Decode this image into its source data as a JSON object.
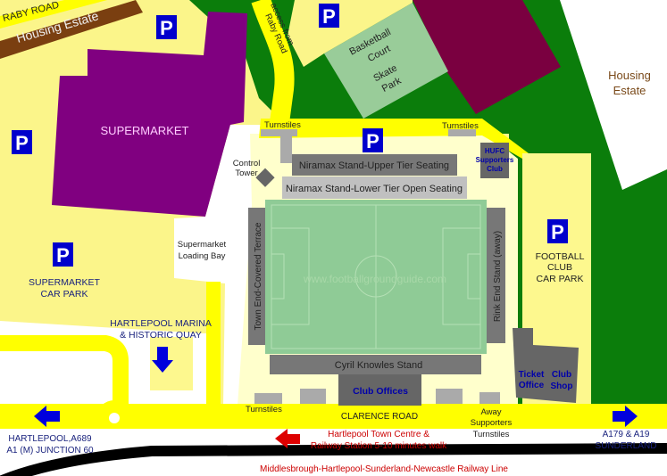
{
  "colors": {
    "background": "#fbf58a",
    "road": "#ffff00",
    "green_space": "#0b7d0b",
    "supermarket": "#800080",
    "maroon_block": "#7a0040",
    "basketball_court": "#99cc99",
    "pitch": "#8fcb96",
    "stand_dark": "#777777",
    "stand_light": "#c0c0c0",
    "parking_sign": "#0000cc",
    "direction_arrow": "#0000dd",
    "walk_arrow": "#dd0000",
    "housing_brown": "#7a3f10",
    "railway": "#000000"
  },
  "labels": {
    "raby_road": "RABY ROAD",
    "housing_estate_left": "Housing Estate",
    "housing_estate_right": [
      "Housing",
      "Estate"
    ],
    "access_road": [
      "access from",
      "Raby Road"
    ],
    "basketball": [
      "Basketball",
      "Court"
    ],
    "skate_park": [
      "Skate",
      "Park"
    ],
    "supermarket": "SUPERMARKET",
    "control_tower": [
      "Control",
      "Tower"
    ],
    "loading_bay": [
      "Supermarket",
      "Loading Bay"
    ],
    "supermarket_car_park": [
      "SUPERMARKET",
      "CAR PARK"
    ],
    "marina": [
      "HARTLEPOOL MARINA",
      "& HISTORIC QUAY"
    ],
    "football_car_park": [
      "FOOTBALL",
      "CLUB",
      "CAR PARK"
    ],
    "turnstiles_top_left": "Turnstiles",
    "turnstiles_top_right": "Turnstiles",
    "turnstiles_bottom": "Turnstiles",
    "away_turnstiles": [
      "Away",
      "Supporters",
      "Turnstiles"
    ],
    "clarence_road": "CLARENCE ROAD",
    "hartlepool_direction": [
      "HARTLEPOOL,A689",
      "A1 (M) JUNCTION 60"
    ],
    "sunderland_direction": [
      "A179 & A19",
      "SUNDERLAND"
    ],
    "town_centre": [
      "Hartlepool Town Centre &",
      "Railway Station 5-10 minutes walk"
    ],
    "railway_line": "Middlesbrough-Hartlepool-Sunderland-Newcastle Railway Line",
    "parking": "P",
    "watermark": "www.footballgroundguide.com"
  },
  "stands": {
    "upper_tier": "Niramax Stand-Upper Tier Seating",
    "lower_tier": "Niramax Stand-Lower Tier Open Seating",
    "town_end": "Town End-Covered Terrace",
    "rink_end": "Rink End Stand (away)",
    "cyril_knowles": "Cyril Knowles Stand",
    "club_offices": "Club Offices",
    "supporters_club": [
      "HUFC",
      "Supporters",
      "Club"
    ],
    "ticket_office": [
      "Ticket",
      "Office"
    ],
    "club_shop": [
      "Club",
      "Shop"
    ]
  },
  "icons": {
    "parking": "parking-sign-icon",
    "arrow_left": "arrow-left-icon",
    "arrow_right": "arrow-right-icon",
    "arrow_down": "arrow-down-icon"
  }
}
